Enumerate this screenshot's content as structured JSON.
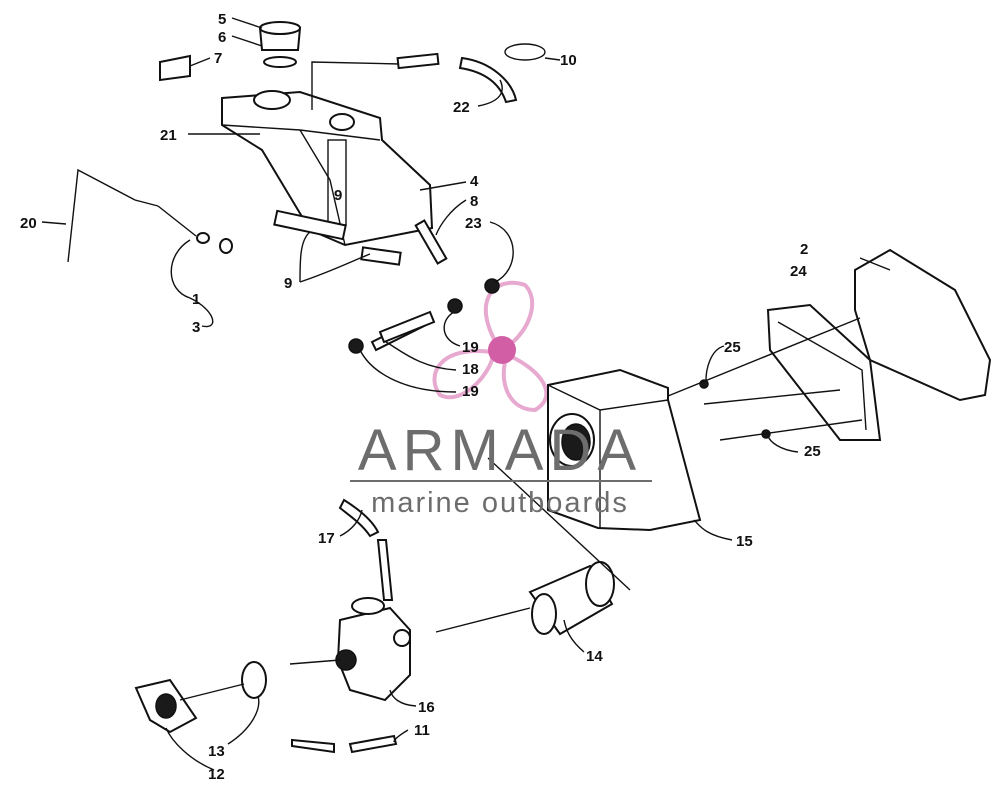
{
  "watermark": {
    "brand": "ARMADA",
    "tagline": "marine outboards",
    "colors": {
      "propeller": "#e7a9cf",
      "hub": "#d25fa6",
      "text": "#6d6d6d"
    }
  },
  "callouts": {
    "c1": "1",
    "c2": "2",
    "c3": "3",
    "c4": "4",
    "c5": "5",
    "c6": "6",
    "c7": "7",
    "c8": "8",
    "c9a": "9",
    "c9b": "9",
    "c10": "10",
    "c11": "11",
    "c12": "12",
    "c13": "13",
    "c14": "14",
    "c15": "15",
    "c16": "16",
    "c17": "17",
    "c18": "18",
    "c19a": "19",
    "c19b": "19",
    "c20": "20",
    "c21": "21",
    "c22": "22",
    "c23": "23",
    "c24": "24",
    "c25a": "25",
    "c25b": "25"
  }
}
